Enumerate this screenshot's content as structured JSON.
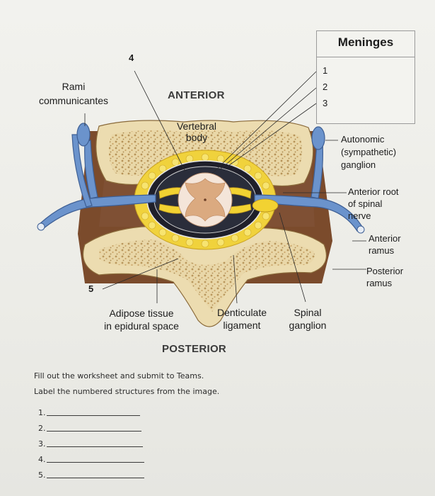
{
  "figure": {
    "orientation_top": "ANTERIOR",
    "orientation_bottom": "POSTERIOR",
    "meninges_box": {
      "title": "Meninges",
      "numbers": [
        "1",
        "2",
        "3"
      ]
    },
    "number_labels": [
      "4",
      "5"
    ],
    "labels": {
      "rami_communicantes": "Rami\ncommunicantes",
      "vertebral_body": "Vertebral\nbody",
      "autonomic_ganglion": "Autonomic\n(sympathetic)\nganglion",
      "anterior_root": "Anterior root\nof spinal\nnerve",
      "anterior_ramus": "Anterior\nramus",
      "posterior_ramus": "Posterior\nramus",
      "adipose_tissue": "Adipose tissue\nin epidural space",
      "denticulate_ligament": "Denticulate\nligament",
      "spinal_ganglion": "Spinal\nganglion"
    }
  },
  "worksheet": {
    "instruction1": "Fill out the worksheet and submit to Teams.",
    "instruction2": "Label the numbered structures from the image.",
    "blanks": [
      "1.",
      "2.",
      "3.",
      "4.",
      "5."
    ]
  },
  "colors": {
    "bone": "#ead9ac",
    "bone_spongy": "#b99a5e",
    "nerve_blue": "#5b86c2",
    "fat_yellow": "#f1d33c",
    "cord_pink": "#f3e2d6",
    "grey_matter": "#dcae86"
  }
}
